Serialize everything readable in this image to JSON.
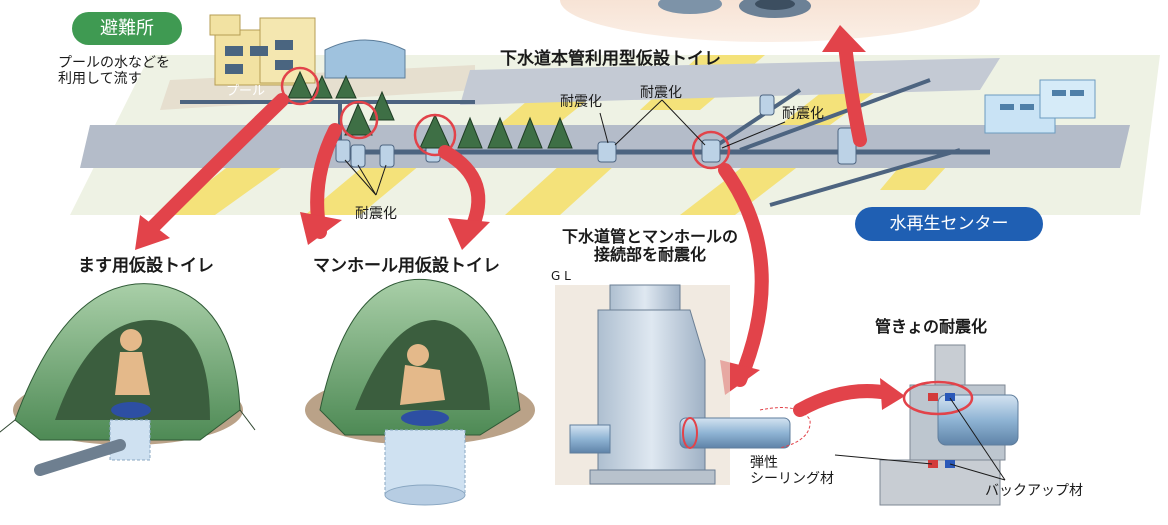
{
  "shelter_badge": "避難所",
  "shelter_note": [
    "プールの水などを",
    "利用して流す"
  ],
  "pool_label": "プール",
  "main_title": "下水道本管利用型仮設トイレ",
  "seismic_labels": {
    "left": "耐震化",
    "mid": "耐震化",
    "right": "耐震化",
    "bottom": "耐震化"
  },
  "center_badge": "水再生センター",
  "masu_toilet": "ます用仮設トイレ",
  "manhole_toilet": "マンホール用仮設トイレ",
  "connection_title": [
    "下水道管とマンホールの",
    "接続部を耐震化"
  ],
  "gl_label": "G L",
  "pipe_title": "管きょの耐震化",
  "sealing_label": [
    "弾性",
    "シーリング材"
  ],
  "backup_label": "バックアップ材",
  "colors": {
    "badge_green": "#3f9a52",
    "badge_blue": "#1f5fb3",
    "arrow_red": "#e2434a",
    "highlight_yellow": "#f4e27a",
    "road_gray": "#a7afbd",
    "tent_green": "#5f9a63",
    "pipe_blue": "#8fb4d4"
  },
  "icons": [
    "shelter-building",
    "toilet-tent",
    "manhole",
    "pipe",
    "treatment-plant"
  ]
}
